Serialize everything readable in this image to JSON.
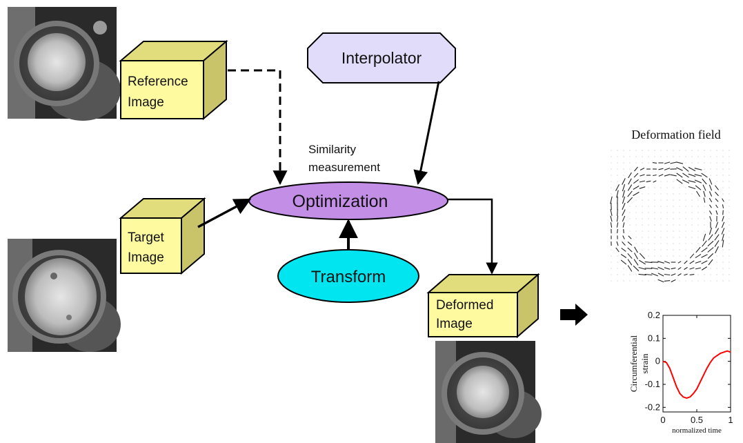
{
  "boxes": {
    "reference": [
      "Reference",
      "Image"
    ],
    "target": [
      "Target",
      "Image"
    ],
    "deformed": [
      "Deformed",
      "Image"
    ]
  },
  "interpolator": "Interpolator",
  "similarity": [
    "Similarity",
    "measurement"
  ],
  "optimization": "Optimization",
  "transform": "Transform",
  "deformation_title": "Deformation field",
  "colors": {
    "box_front": "#fdfaa0",
    "box_side": "#c9c46a",
    "box_top": "#e2dd7c",
    "interpolator_fill": "#e0dcf9",
    "optimization_fill": "#c28ee6",
    "transform_fill": "#00e5ef",
    "strain_line": "#ff0000"
  },
  "chart_data": {
    "type": "line",
    "title": "",
    "xlabel": "normalized time",
    "ylabel": "Circumferential strain",
    "xlim": [
      0,
      1
    ],
    "ylim": [
      -0.22,
      0.2
    ],
    "xticks": [
      0,
      0.5,
      1
    ],
    "xtick_labels": [
      "0",
      "0.5",
      "1"
    ],
    "yticks": [
      0.2,
      0.1,
      0,
      -0.1,
      -0.2
    ],
    "ytick_labels": [
      "0.2",
      "0.1",
      "0",
      "-0.1",
      "-0.2"
    ],
    "grid": false,
    "series": [
      {
        "x": [
          0,
          0.05,
          0.1,
          0.15,
          0.2,
          0.25,
          0.3,
          0.35,
          0.4,
          0.45,
          0.5,
          0.55,
          0.6,
          0.65,
          0.7,
          0.75,
          0.8,
          0.85,
          0.9,
          0.95,
          1.0
        ],
        "y": [
          0.0,
          -0.005,
          -0.03,
          -0.07,
          -0.11,
          -0.14,
          -0.155,
          -0.16,
          -0.155,
          -0.14,
          -0.12,
          -0.09,
          -0.06,
          -0.03,
          -0.005,
          0.015,
          0.025,
          0.035,
          0.04,
          0.045,
          0.04
        ]
      }
    ]
  }
}
